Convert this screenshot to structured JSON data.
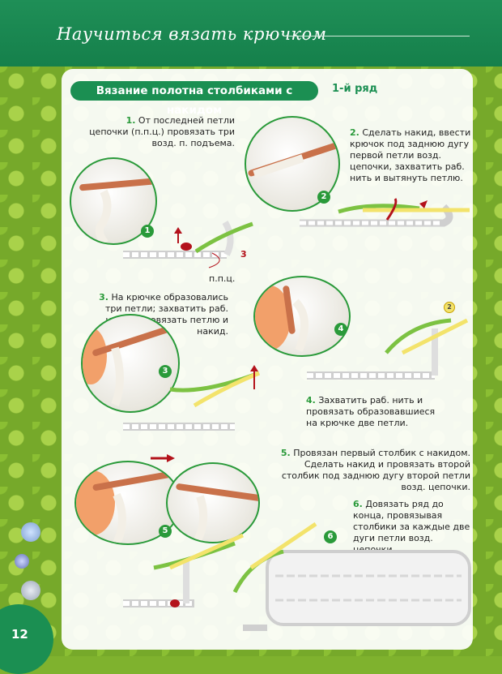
{
  "header": {
    "title": "Научиться вязать крючком"
  },
  "section": {
    "title": "Вязание полотна столбиками с накидом",
    "row": "1-й ряд"
  },
  "steps": [
    {
      "num": "1.",
      "text": "От последней петли цепочки (п.п.ц.) провязать три возд. п. подъема."
    },
    {
      "num": "2.",
      "text": "Сделать накид, ввести крючок под заднюю дугу первой петли возд. цепочки, захватить раб. нить и вытянуть петлю."
    },
    {
      "num": "3.",
      "text": "На крючке образовались три петли; захватить раб. нить и провязать петлю и накид."
    },
    {
      "num": "4.",
      "text": "Захватить раб. нить и провязать образовавшиеся на крючке две петли."
    },
    {
      "num": "5.",
      "text": "Провязан первый столбик с накидом. Сделать накид и провязать второй столбик под заднюю дугу второй петли возд. цепочки."
    },
    {
      "num": "6.",
      "text": "Довязать ряд до конца, провязывая столбики за каждые две дуги петли возд. цепочки."
    }
  ],
  "labels": {
    "ppc": "п.п.ц.",
    "three": "3",
    "two_marker": "2"
  },
  "badges": [
    "1",
    "2",
    "3",
    "4",
    "5",
    "6"
  ],
  "page": {
    "number": "12"
  },
  "colors": {
    "brand_green": "#1b8f52",
    "yarn_green": "#7cc242",
    "yarn_yellow": "#f3e36b",
    "arrow_red": "#b3121b"
  }
}
